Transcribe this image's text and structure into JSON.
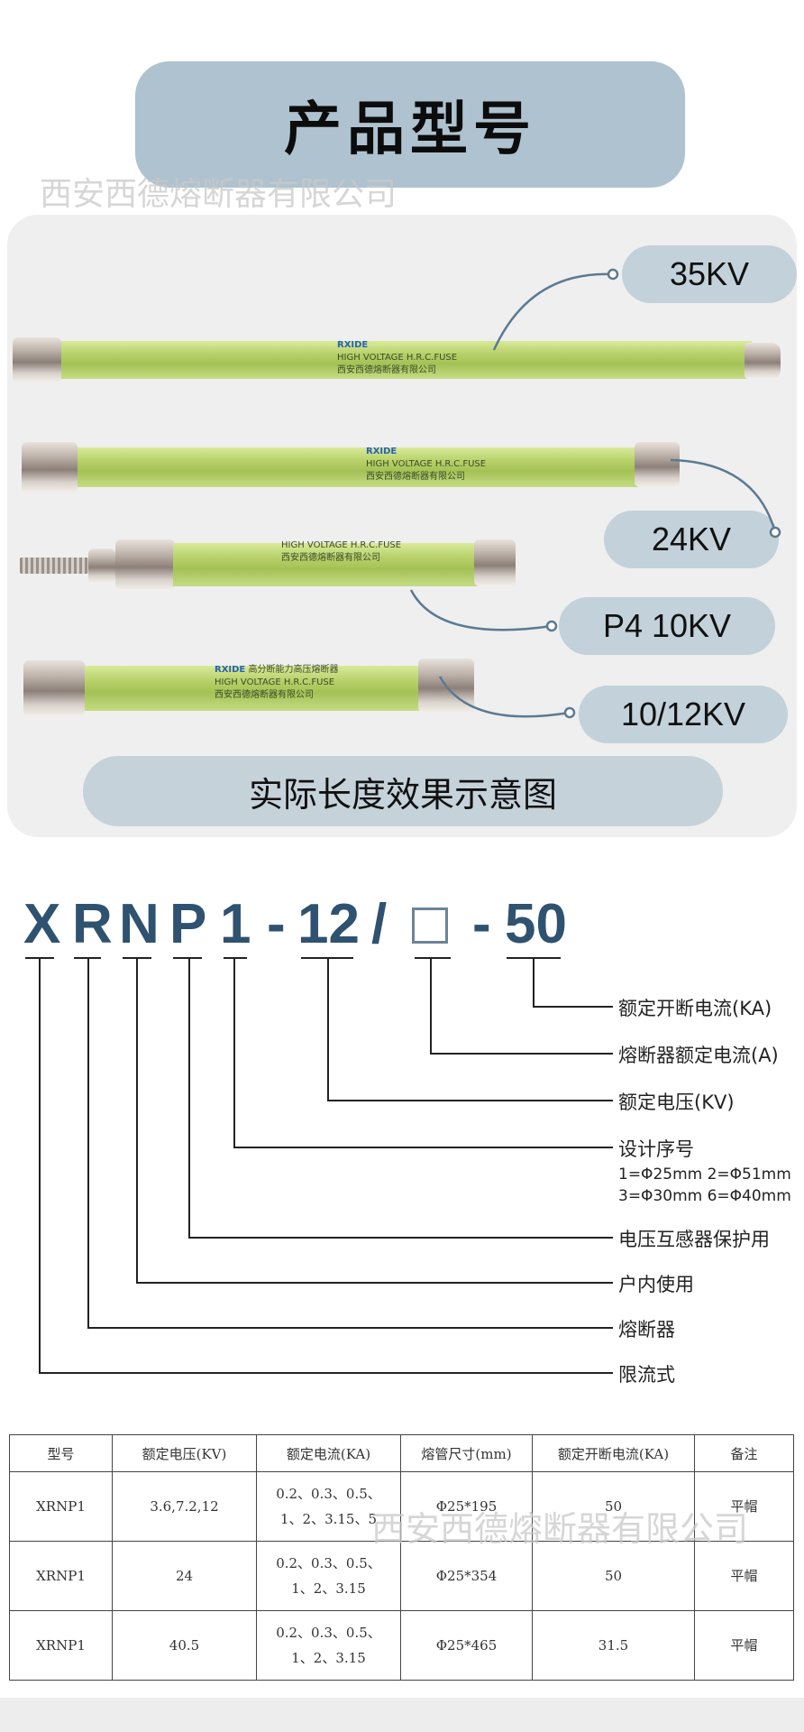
{
  "title": "产品型号",
  "watermark": "西安西德熔断器有限公司",
  "fuse_labels": {
    "brand": "RXIDE",
    "line_cn_top": "高分断能力高压熔断器",
    "line_en": "HIGH VOLTAGE  H.R.C.FUSE",
    "line_company": "西安西德熔断器有限公司"
  },
  "voltage_pills": [
    "35KV",
    "24KV",
    "P4 10KV",
    "10/12KV"
  ],
  "caption": "实际长度效果示意图",
  "model_code": [
    "X",
    "R",
    "N",
    "P",
    "1",
    "-",
    "12",
    "/",
    "-",
    "50"
  ],
  "code_legend": [
    {
      "label": "额定开断电流(KA)"
    },
    {
      "label": "熔断器额定电流(A)"
    },
    {
      "label": "额定电压(KV)"
    },
    {
      "label": "设计序号",
      "notes": [
        "1=Φ25mm  2=Φ51mm",
        "3=Φ30mm  6=Φ40mm"
      ]
    },
    {
      "label": "电压互感器保护用"
    },
    {
      "label": "户内使用"
    },
    {
      "label": "熔断器"
    },
    {
      "label": "限流式"
    }
  ],
  "table": {
    "headers": [
      "型号",
      "额定电压(KV)",
      "额定电流(KA)",
      "熔管尺寸(mm)",
      "额定开断电流(KA)",
      "备注"
    ],
    "rows": [
      [
        "XRNP1",
        "3.6,7.2,12",
        "0.2、0.3、0.5、\n1、2、3.15、5",
        "Φ25*195",
        "50",
        "平帽"
      ],
      [
        "XRNP1",
        "24",
        "0.2、0.3、0.5、\n1、2、3.15",
        "Φ25*354",
        "50",
        "平帽"
      ],
      [
        "XRNP1",
        "40.5",
        "0.2、0.3、0.5、\n1、2、3.15",
        "Φ25*465",
        "31.5",
        "平帽"
      ]
    ]
  },
  "colors": {
    "banner": "#aec2cf",
    "pill": "#c3d1da",
    "code": "#2f5270",
    "connector": "#5b7a92"
  }
}
